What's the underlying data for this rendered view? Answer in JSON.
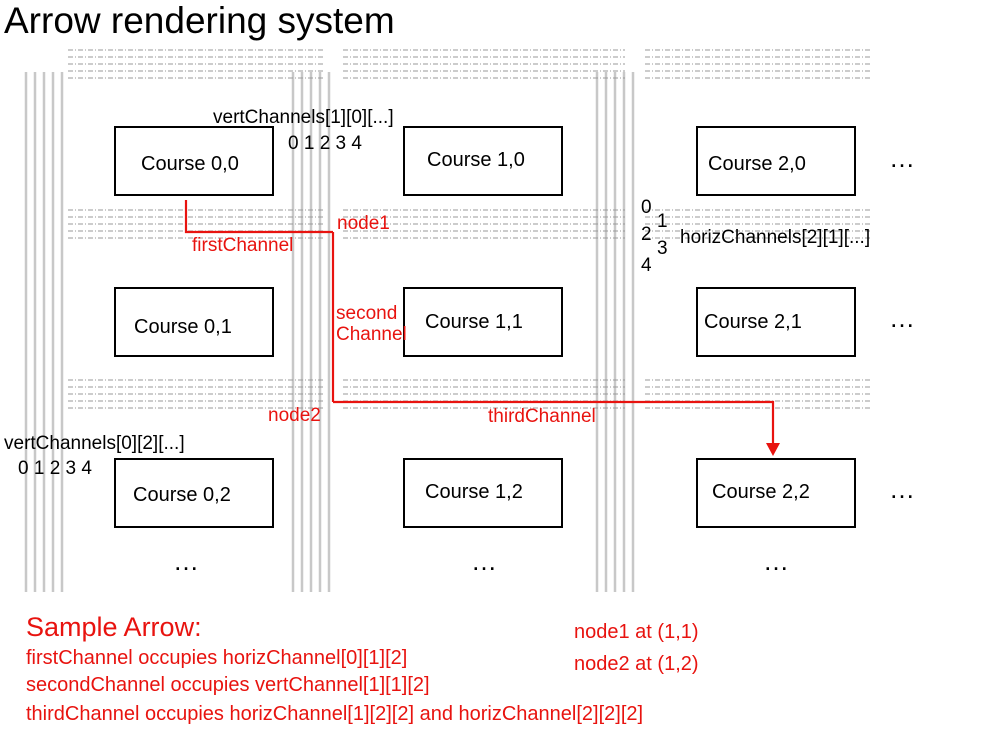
{
  "title": "Arrow rendering system",
  "courses": [
    {
      "label": "Course 0,0"
    },
    {
      "label": "Course 1,0"
    },
    {
      "label": "Course 2,0"
    },
    {
      "label": "Course 0,1"
    },
    {
      "label": "Course 1,1"
    },
    {
      "label": "Course 2,1"
    },
    {
      "label": "Course 0,2"
    },
    {
      "label": "Course 1,2"
    },
    {
      "label": "Course 2,2"
    }
  ],
  "ellipsis": "…",
  "labels": {
    "vert_channels_1_0": "vertChannels[1][0][...]",
    "vert_digits_1": "0 1 2 3 4",
    "vert_channels_0_2": "vertChannels[0][2][...]",
    "vert_digits_0": "0 1 2 3 4",
    "horiz_channels_2_1": "horizChannels[2][1][...]",
    "horiz_digit_0": "0",
    "horiz_digit_1": "1",
    "horiz_digit_2": "2",
    "horiz_digit_3": "3",
    "horiz_digit_4": "4"
  },
  "arrow_labels": {
    "node1": "node1",
    "first_channel": "firstChannel",
    "second_line1": "second",
    "second_line2": "Channel",
    "node2": "node2",
    "third_channel": "thirdChannel"
  },
  "sample": {
    "title": "Sample Arrow:",
    "lines": [
      "firstChannel occupies horizChannel[0][1][2]",
      "secondChannel occupies vertChannel[1][1][2]",
      "thirdChannel occupies horizChannel[1][2][2] and horizChannel[2][2][2]"
    ],
    "node1": "node1 at (1,1)",
    "node2": "node2 at (1,2)"
  },
  "colors": {
    "arrow": "#e8130f",
    "gray_line": "#c8c8c8",
    "dash_line": "#9a9a9a"
  }
}
